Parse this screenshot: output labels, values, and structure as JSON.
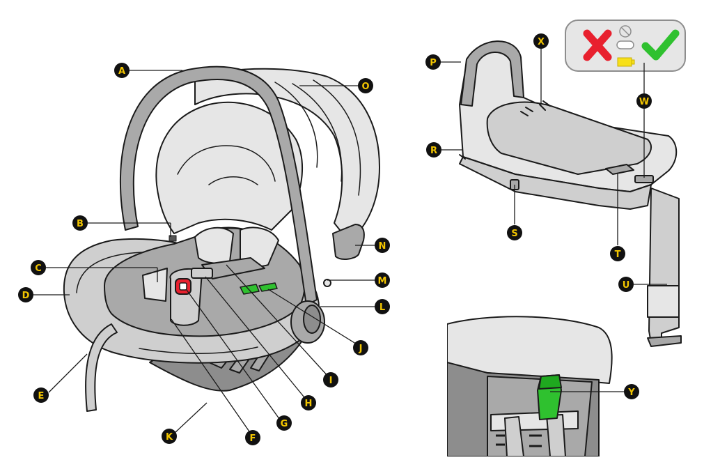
{
  "colors": {
    "outline": "#1a1a1a",
    "shell_light": "#e6e6e6",
    "shell_mid": "#cfcfcf",
    "shell_dark": "#a9a9a9",
    "shell_darker": "#8d8d8d",
    "label_fill": "#111111",
    "label_text": "#f2c500",
    "accent_green": "#2fc12f",
    "accent_red": "#e8202e",
    "indicator_yellow": "#f7e01a"
  },
  "icons": {
    "indicator_wrong": "cross-icon",
    "indicator_ok": "check-icon",
    "indicator_base": "no-sign-icon",
    "indicator_battery": "battery-icon"
  },
  "labels": {
    "A": "A",
    "B": "B",
    "C": "C",
    "D": "D",
    "E": "E",
    "F": "F",
    "G": "G",
    "H": "H",
    "I": "I",
    "J": "J",
    "K": "K",
    "L": "L",
    "M": "M",
    "N": "N",
    "O": "O",
    "P": "P",
    "R": "R",
    "S": "S",
    "T": "T",
    "U": "U",
    "W": "W",
    "X": "X",
    "Y": "Y"
  }
}
